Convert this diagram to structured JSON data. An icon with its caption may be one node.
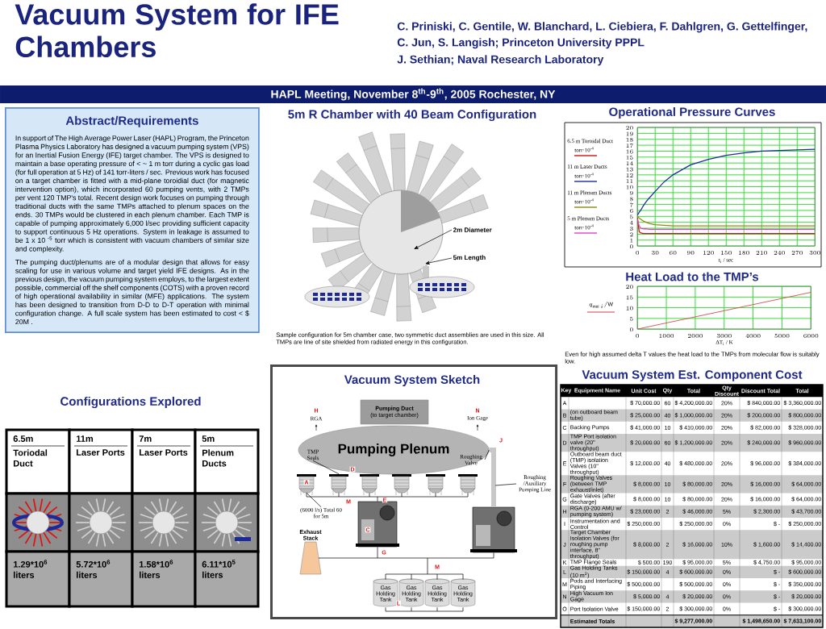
{
  "diagram": {
    "title": "Vacuum System for IFE Chambers",
    "nodes": [
      {
        "text": [
          "Abstract/Requirements",
          "In support of The High Average Power Laser (HAPL) Program, the Princeton Plasma Physics Laboratory has designed a vacuum pumping system (VPS) for an Inertial Fusion Energy (IFE) target chamber. The VPS is designed to maintain a base operating pressure of < ~ 1 m torr during a cyclic gas load (for full operation at 5 Hz) of 141 torr-liters / sec. Previous work has focused on a target chamber is fitted with a mid-plane toroidial duct (for magnetic intervention option), which incorporated 60 pumping vents, with 2 TMPs per vent 120 TMP's total. Recent design work focuses on pumping through traditional ducts with the same TMPs attached to plenum spaces on the ends. 30 TMPs would be clustered in each plenum chamber. Each TMP is capable of pumping approximately 6,000 l/sec providing sufficient capacity to support continuous 5 Hz operations. System in leakage is assumed to be 1 x 10 $^{-5}$ torr which is consistent with vacuum chambers of similar size and complexity.",
          "The pumping duct/plenums are of a modular design that allows for easy scaling for use in various volume and target yield IFE designs. As in the previous design, the vacuum pumping system employs, to the largest extent possible, commercial off the shelf components (COTS) with a proven record of high operational availability in similar (MFE) applications. The system has been designed to transition from D-D to D-T operation with minimal configuration change. A full scale system has been estimated to cost < $ 20M ."
        ]
      },
      {
        "text": [
          "2m Diameter"
        ]
      },
      {
        "text": [
          "5m Length"
        ]
      },
      {
        "text": [
          "Vacuum System Sketch"
        ]
      },
      {
        "text": [
          "Pumping Duct",
          "(to target chamber)"
        ],
        "in": 3
      },
      {
        "text": [
          "Pumping Plenum"
        ],
        "in": 3
      },
      {
        "text": [],
        "shape": "picture",
        "in": 3
      },
      {
        "text": [],
        "shape": "picture",
        "in": 3
      },
      {
        "text": [],
        "shape": "picture",
        "in": 3
      },
      {
        "text": [],
        "shape": "picture",
        "in": 3
      },
      {
        "text": [],
        "shape": "picture",
        "in": 3
      },
      {
        "text": [],
        "shape": "picture",
        "in": 3
      },
      {
        "text": [],
        "shape": "picture",
        "in": 3
      },
      {
        "text": [],
        "shape": "picture",
        "in": 3
      },
      {
        "text": [
          "Exhaust Stack"
        ],
        "in": 3
      },
      {
        "text": [
          "Gas Holding Tank"
        ],
        "in": 3
      },
      {
        "text": [
          "Gas Holding Tank"
        ],
        "in": 3
      },
      {
        "text": [
          "Gas Holding Tank"
        ],
        "in": 3
      },
      {
        "text": [
          "Gas Holding Tank"
        ],
        "in": 3
      },
      {
        "text": [
          "TMP Seals"
        ],
        "in": 5
      },
      {
        "text": [
          "Roughing Valve"
        ],
        "in": 5
      },
      {
        "text": [
          "Roughing /Auxiliary Pumping Line"
        ],
        "in": 3
      },
      {
        "text": [
          "(6000 l/s) Total 60 for 5m"
        ],
        "in": 3
      }
    ],
    "edges": [
      {
        "from": 1,
        "to": null,
        "arrow": "to"
      },
      {
        "from": 2,
        "to": null,
        "arrow": "to"
      },
      {
        "from": 6,
        "to": 12,
        "arrow": "none"
      },
      {
        "from": 7,
        "to": 12,
        "arrow": "none"
      },
      {
        "from": 8,
        "to": 12,
        "arrow": "none"
      },
      {
        "from": 9,
        "to": 12,
        "arrow": "none"
      },
      {
        "from": 10,
        "to": 12,
        "arrow": "none"
      },
      {
        "from": 11,
        "to": 12,
        "arrow": "none"
      },
      {
        "from": 5,
        "to": 13,
        "arrow": "none",
        "style": "thick",
        "color": "#c8c8c8"
      },
      {
        "from": 12,
        "to": 14,
        "arrow": "none"
      },
      {
        "from": 13,
        "to": 14,
        "arrow": "none"
      },
      {
        "from": 13,
        "to": 15,
        "arrow": "none"
      },
      {
        "from": 13,
        "to": 16,
        "arrow": "none"
      },
      {
        "from": 13,
        "to": 17,
        "arrow": "none"
      },
      {
        "from": 13,
        "to": 18,
        "arrow": "none"
      },
      {
        "from": 15,
        "to": 16,
        "arrow": "none"
      },
      {
        "from": 16,
        "to": 17,
        "arrow": "none"
      },
      {
        "from": 17,
        "to": 18,
        "arrow": "none"
      },
      {
        "from": 19,
        "to": 7,
        "arrow": "none"
      },
      {
        "from": 20,
        "to": 5,
        "arrow": "none"
      },
      {
        "from": 21,
        "to": null,
        "arrow": "none"
      },
      {
        "from": 22,
        "to": 6,
        "arrow": "none"
      }
    ],
    "labels": [
      "C. Priniski, C. Gentile, W. Blanchard, L. Ciebiera, F. Dahlgren, G. Gettelfinger, C. Jun, S. Langish; Princeton University PPPL",
      "J. Sethian; Naval Research Laboratory",
      "HAPL Meeting, November 8$^{th}$-9$^{th}$, 2005 Rochester, NY",
      "5m R Chamber with 40 Beam Configuration",
      "Operational Pressure Curves",
      "Sample configuration for 5m chamber case, two symmetric duct assemblies are used in this size. All TMPs are line of site shielded from radiated energy in this configuration.",
      "Heat Load to the TMP’s",
      "Even for high assumed delta T values the heat load to the TMPs from molecular flow is suitably low.",
      "Configurations Explored",
      "Vacuum System Est. Component Cost",
      "6.5m",
      "Toriodal Duct",
      "11m",
      "Laser Ports",
      "7m",
      "Laser Ports",
      "5m",
      "Plenum Ducts",
      "1.29*10$^{6}$ liters",
      "5.72*10$^{6}$ liters",
      "1.58*10$^{6}$ liters",
      "6.11*10$^{5}$ liters",
      "torr·10$^{-4}$",
      "torr·10$^{-4}$",
      "torr·10$^{-4}$",
      "torr·10$^{-4}$",
      "H",
      "RGA",
      "N",
      "Ion Gage",
      "J",
      "A",
      "D",
      "M",
      "E",
      "C",
      "G",
      "M",
      "L",
      "Key",
      "Equipment Name",
      "Unit Cost",
      "Qty",
      "Total",
      "Qty Discount",
      "Discount Total",
      "Total",
      "A",
      "$ 70,000.00",
      "60",
      "$ 4,200,000.00",
      "20%",
      "$ 840,000.00",
      "$ 3,360,000.00",
      "B",
      "(on outboard beam tube)",
      "$ 25,000.00",
      "40",
      "$ 1,000,000.00",
      "20%",
      "$ 200,000.00",
      "$ 800,000.00",
      "C",
      "Backing Pumps",
      "$ 41,000.00",
      "10",
      "$ 410,000.00",
      "20%",
      "$ 82,000.00",
      "$ 328,000.00",
      "D",
      "TMP Port isolation valve (20\" throughput)",
      "$ 20,000.00",
      "60",
      "$ 1,200,000.00",
      "20%",
      "$ 240,000.00",
      "$ 960,000.00",
      "E",
      "Outboard beam duct (TMP) isolation Valves (10\" throughput)",
      "$ 12,000.00",
      "40",
      "$ 480,000.00",
      "20%",
      "$ 96,000.00",
      "$ 384,000.00",
      "F",
      "Roughing Valves (between TMP exhaust/inlet)",
      "$ 8,000.00",
      "10",
      "$ 80,000.00",
      "20%",
      "$ 16,000.00",
      "$ 64,000.00",
      "G",
      "Gate Valves (after discharge)",
      "$ 8,000.00",
      "10",
      "$ 80,000.00",
      "20%",
      "$ 16,000.00",
      "$ 64,000.00",
      "H",
      "RGA (0-200 AMU w/ pumping system)",
      "$ 23,000.00",
      "2",
      "$ 46,000.00",
      "5%",
      "$ 2,300.00",
      "$ 43,700.00",
      "I",
      "Instrumentation and Control",
      "$ 250,000.00",
      "$ 250,000.00",
      "0%",
      "$ -",
      "$ 250,000.00",
      "J",
      "Target Chamber Isolation Valves (for roughing pump interface, 8\" throughput)",
      "$ 8,000.00",
      "2",
      "$ 16,000.00",
      "10%",
      "$ 1,600.00",
      "$ 14,400.00",
      "K",
      "TMP Flange Seals",
      "$ 500.00",
      "190",
      "$ 95,000.00",
      "5%",
      "$ 4,750.00",
      "$ 95,000.00",
      "L",
      "Gas Holding Tanks (10 m$^{3}$)",
      "$ 150,000.00",
      "4",
      "$ 600,000.00",
      "0%",
      "$ -",
      "$ 600,000.00",
      "M",
      "Pods and Interfacing Piping",
      "$ 500,000.00",
      "$ 500,000.00",
      "0%",
      "$ -",
      "$ 350,000.00",
      "N",
      "High Vacuum Ion Gage",
      "$ 5,000.00",
      "4",
      "$ 20,000.00",
      "0%",
      "$ -",
      "$ 20,000.00",
      "O",
      "Port Isolation Valve",
      "$ 150,000.00",
      "2",
      "$ 300,000.00",
      "0%",
      "$ -",
      "$ 300,000.00",
      "Estimated Totals",
      "$ 9,277,000.00",
      "$ 1,498,650.00",
      "$ 7,633,100.00"
    ],
    "chart_data": [
      {
        "type": "line",
        "xlabel": "t$_{i}$ / sec",
        "grid": true,
        "x": [
          0,
          3,
          6,
          10,
          15,
          20,
          30,
          45,
          60,
          90,
          120,
          150,
          180,
          210,
          240,
          270,
          300
        ],
        "xlim": [
          0,
          300
        ],
        "ylim": [
          0,
          20
        ],
        "xticks": [
          0,
          30,
          60,
          90,
          120,
          150,
          180,
          210,
          240,
          270,
          300
        ],
        "yticks": [
          0,
          1,
          2,
          3,
          4,
          5,
          6,
          7,
          8,
          9,
          10,
          11,
          12,
          13,
          14,
          15,
          16,
          17,
          18,
          19,
          20
        ],
        "series": [
          {
            "name": "6.5 m Toroidal Duct",
            "color": "#d01010",
            "values": [
              4.8,
              2.4,
              2.2,
              2.1,
              2.1,
              2.1,
              2.1,
              2.1,
              2.1,
              2.1,
              2.1,
              2.1,
              2.1,
              2.1,
              2.1,
              2.1,
              2.1
            ]
          },
          {
            "name": "11 m Laser Ducts",
            "color": "#1c2c9c",
            "values": [
              5.2,
              5.7,
              6.1,
              6.8,
              7.5,
              8.1,
              9.2,
              10.8,
              12.0,
              13.7,
              14.6,
              15.3,
              15.7,
              16.0,
              16.1,
              16.2,
              16.3
            ]
          },
          {
            "name": "11 m Plenum Ducts",
            "color": "#8c8c10",
            "values": [
              5.0,
              4.7,
              4.5,
              4.2,
              4.0,
              3.8,
              3.6,
              3.5,
              3.4,
              3.4,
              3.4,
              3.4,
              3.4,
              3.4,
              3.4,
              3.4,
              3.4
            ]
          },
          {
            "name": "5 m Plenum Ducts",
            "color": "#e040d0",
            "values": [
              4.5,
              3.4,
              3.0,
              2.9,
              2.9,
              2.8,
              2.8,
              2.8,
              2.8,
              2.8,
              2.8,
              2.8,
              2.8,
              2.8,
              2.8,
              2.8,
              2.8
            ]
          }
        ]
      },
      {
        "type": "line",
        "xlabel": "ΔT$_{i}$ / K",
        "ylabel": "q_{\\mathrm{mol}\\,i} / \\mathrm{W}",
        "grid": true,
        "x": [
          0,
          6000
        ],
        "xlim": [
          0,
          6000
        ],
        "ylim": [
          0,
          20
        ],
        "xticks": [
          0,
          1000,
          2000,
          3000,
          4000,
          5000,
          6000
        ],
        "yticks": [
          0,
          5,
          10,
          15,
          20
        ],
        "series": [
          {
            "color": "#d04040",
            "values": [
              0,
              17.2
            ]
          }
        ]
      }
    ]
  }
}
